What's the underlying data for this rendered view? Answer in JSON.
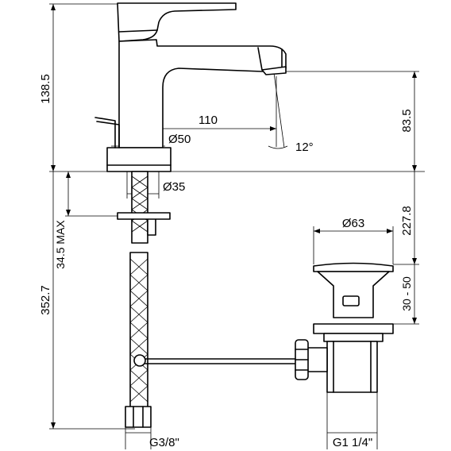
{
  "dimensions": {
    "height_total": "138.5",
    "spout_reach": "110",
    "base_diameter": "Ø50",
    "spout_height": "83.5",
    "angle": "12°",
    "hole_diameter": "Ø35",
    "max_thickness": "34.5 MAX",
    "hose_length": "352.7",
    "drain_diameter": "Ø63",
    "drain_length": "227.8",
    "plug_range": "30 - 50",
    "hose_thread": "G3/8\"",
    "drain_thread": "G1 1/4\""
  }
}
